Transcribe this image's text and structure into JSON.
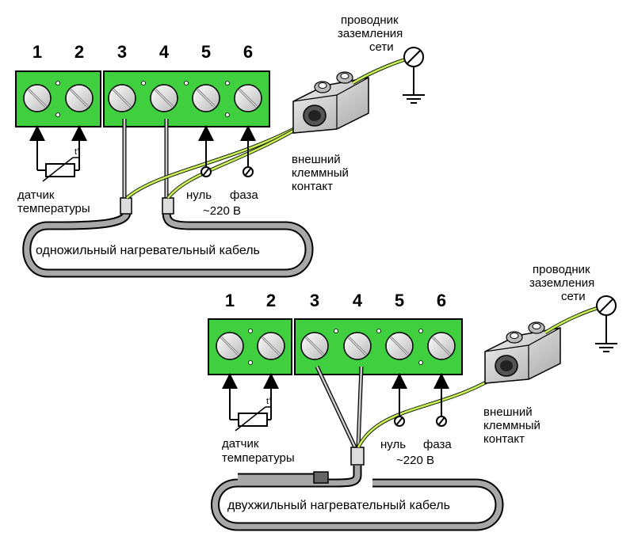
{
  "colors": {
    "terminal_green": "#3fcf3f",
    "cable_gray": "#9a9a9a",
    "ground_wire_green": "#8fd63a",
    "ground_wire_yellow": "#f2f26a",
    "connector_gray": "#d9d9d9"
  },
  "icons": {
    "screw": "screw-icon",
    "ground": "ground-symbol-icon",
    "thermistor": "thermistor-icon",
    "arrow": "arrow-up-icon",
    "wire_end": "wire-terminal-icon"
  },
  "top": {
    "terminal_numbers": [
      "1",
      "2",
      "3",
      "4",
      "5",
      "6"
    ],
    "ground_conductor": [
      "проводник",
      "заземления",
      "сети"
    ],
    "external_contact": [
      "внешний",
      "клеммный",
      "контакт"
    ],
    "sensor": [
      "датчик",
      "температуры"
    ],
    "neutral": "нуль",
    "phase": "фаза",
    "voltage": "~220 В",
    "cable": "одножильный нагревательный кабель"
  },
  "bottom": {
    "terminal_numbers": [
      "1",
      "2",
      "3",
      "4",
      "5",
      "6"
    ],
    "ground_conductor": [
      "проводник",
      "заземления",
      "сети"
    ],
    "external_contact": [
      "внешний",
      "клеммный",
      "контакт"
    ],
    "sensor": [
      "датчик",
      "температуры"
    ],
    "neutral": "нуль",
    "phase": "фаза",
    "voltage": "~220 В",
    "cable": "двухжильный нагревательный кабель"
  }
}
